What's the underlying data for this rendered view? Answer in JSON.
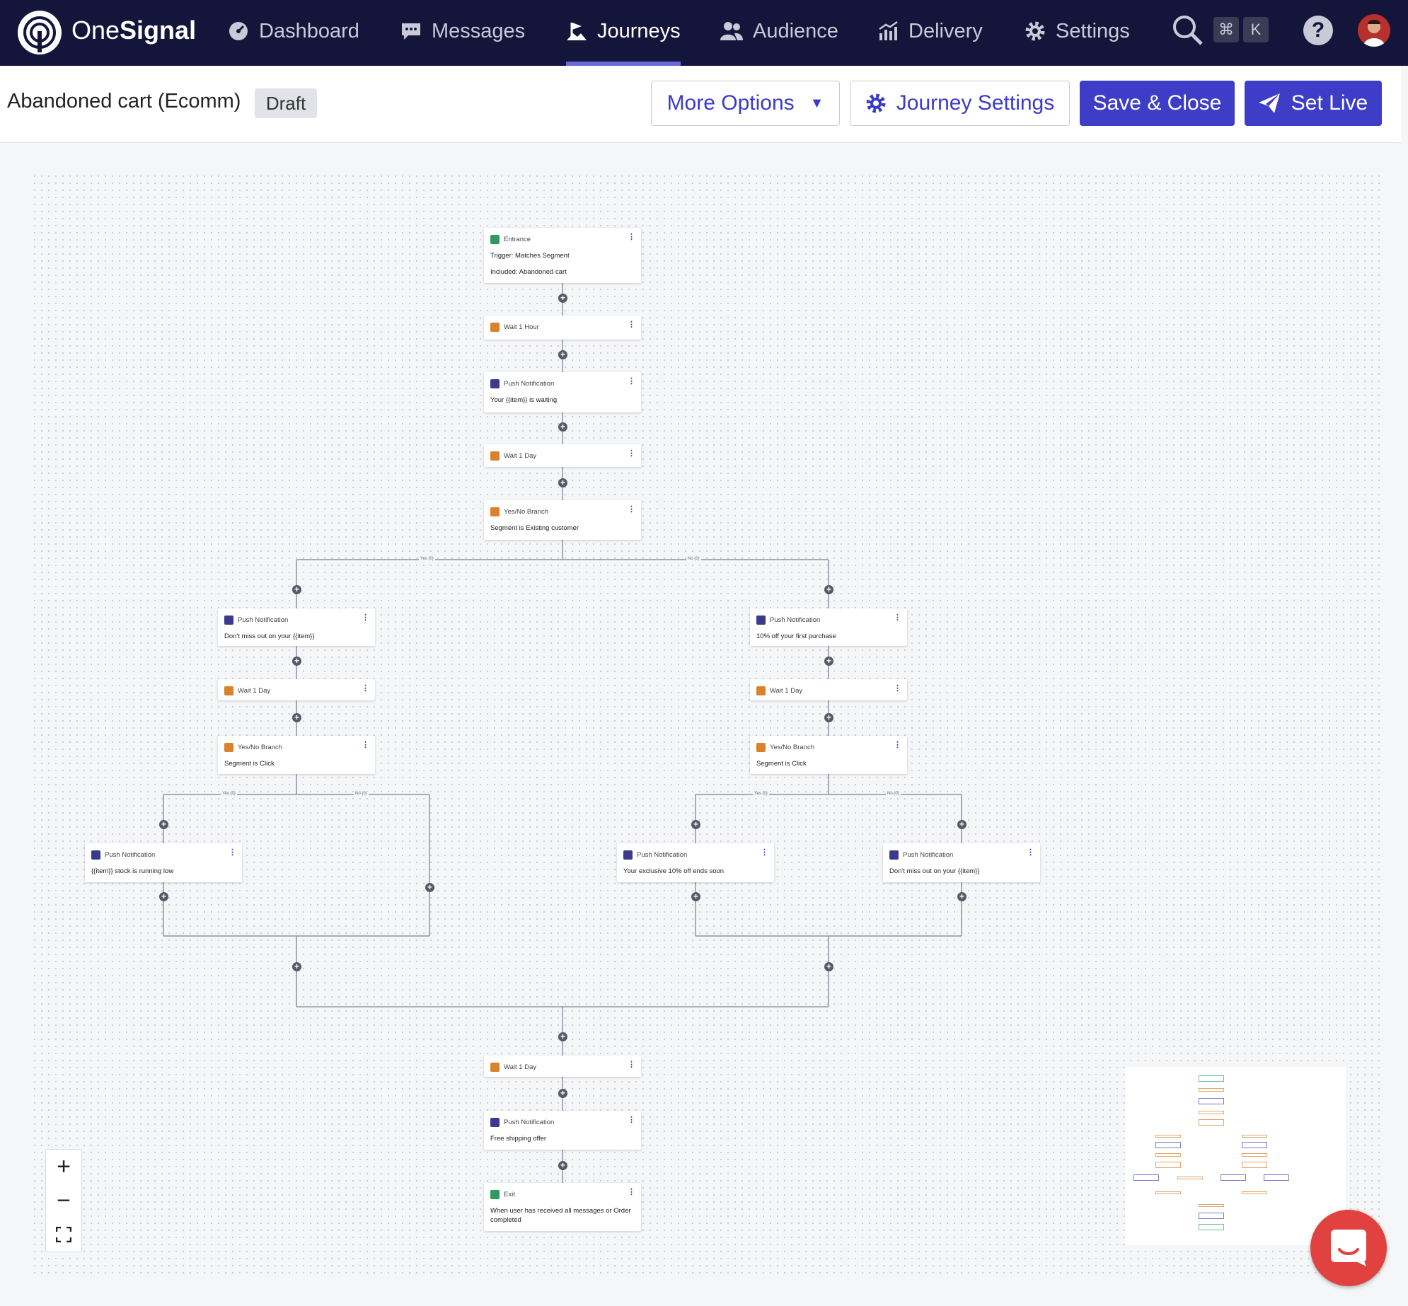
{
  "nav": {
    "brand_light": "One",
    "brand_bold": "Signal",
    "items": [
      {
        "label": "Dashboard",
        "icon": "gauge-icon"
      },
      {
        "label": "Messages",
        "icon": "chat-icon"
      },
      {
        "label": "Journeys",
        "icon": "flag-icon",
        "active": true
      },
      {
        "label": "Audience",
        "icon": "people-icon"
      },
      {
        "label": "Delivery",
        "icon": "chart-icon"
      },
      {
        "label": "Settings",
        "icon": "gear-icon"
      }
    ],
    "shortcut_cmd": "⌘",
    "shortcut_key": "K",
    "help": "?"
  },
  "header": {
    "title": "Abandoned cart (Ecomm)",
    "status": "Draft",
    "more_options": "More Options",
    "journey_settings": "Journey Settings",
    "save_close": "Save & Close",
    "set_live": "Set Live"
  },
  "flow": {
    "entrance": {
      "type": "Entrance",
      "line1": "Trigger: Matches Segment",
      "line2": "Included: Abandoned cart"
    },
    "wait1": {
      "type": "Wait 1 Hour"
    },
    "push1": {
      "type": "Push Notification",
      "line1": "Your {{item}} is waiting"
    },
    "wait2": {
      "type": "Wait 1 Day"
    },
    "branch1": {
      "type": "Yes/No Branch",
      "line1": "Segment is Existing customer"
    },
    "yes_label": "Yes (0)",
    "no_label": "No (0)",
    "left": {
      "push": {
        "type": "Push Notification",
        "line1": "Don't miss out on your {{item}}"
      },
      "wait": {
        "type": "Wait 1 Day"
      },
      "branch": {
        "type": "Yes/No Branch",
        "line1": "Segment is Click"
      },
      "yes_push": {
        "type": "Push Notification",
        "line1": "{{item}} stock is running low"
      }
    },
    "right": {
      "push": {
        "type": "Push Notification",
        "line1": "10% off your first purchase"
      },
      "wait": {
        "type": "Wait 1 Day"
      },
      "branch": {
        "type": "Yes/No Branch",
        "line1": "Segment is Click"
      },
      "yes_push": {
        "type": "Push Notification",
        "line1": "Your exclusive 10% off ends soon"
      },
      "no_push": {
        "type": "Push Notification",
        "line1": "Don't miss out on your {{item}}"
      }
    },
    "wait3": {
      "type": "Wait 1 Day"
    },
    "push_final": {
      "type": "Push Notification",
      "line1": "Free shipping offer"
    },
    "exit": {
      "type": "Exit",
      "line1": "When user has received all messages or Order",
      "line2": "completed"
    }
  },
  "zoom": {
    "in": "+",
    "out": "−"
  }
}
